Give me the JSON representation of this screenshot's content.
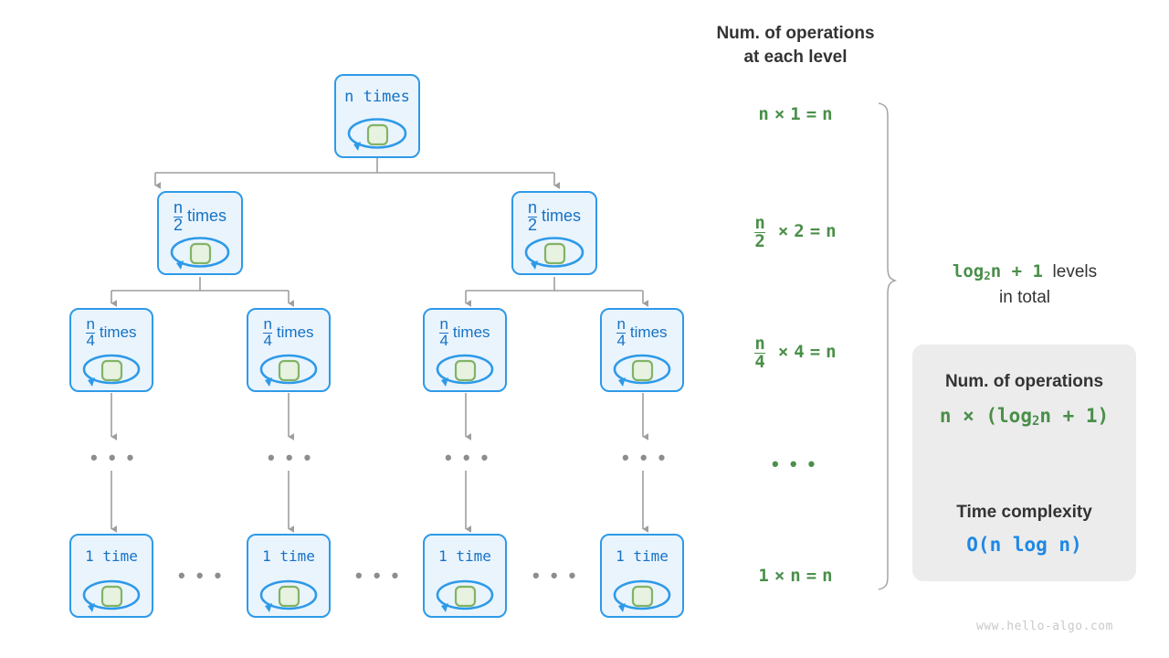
{
  "title_watermark": "www.hello-algo.com",
  "colors": {
    "node_fill": "#eaf4fd",
    "node_border": "#2e9ae8",
    "node_text": "#1572c4",
    "inner_square_fill": "#e8f2e0",
    "inner_square_border": "#82b366",
    "loop_arrow": "#2e9ae8",
    "connector": "#9e9e9e",
    "green_text": "#4a8f4a",
    "dark_text": "#333333",
    "blue_text": "#1e88e5",
    "summary_bg": "#ececec",
    "watermark": "#c9c9c9"
  },
  "tree": {
    "levels": [
      {
        "level": 1,
        "nodes": [
          {
            "label_kind": "plain",
            "text": "n times"
          }
        ]
      },
      {
        "level": 2,
        "nodes": [
          {
            "label_kind": "fraction",
            "numerator": "n",
            "denominator": "2",
            "text": "times"
          },
          {
            "label_kind": "fraction",
            "numerator": "n",
            "denominator": "2",
            "text": "times"
          }
        ]
      },
      {
        "level": 3,
        "nodes": [
          {
            "label_kind": "fraction",
            "numerator": "n",
            "denominator": "4",
            "text": "times"
          },
          {
            "label_kind": "fraction",
            "numerator": "n",
            "denominator": "4",
            "text": "times"
          },
          {
            "label_kind": "fraction",
            "numerator": "n",
            "denominator": "4",
            "text": "times"
          },
          {
            "label_kind": "fraction",
            "numerator": "n",
            "denominator": "4",
            "text": "times"
          }
        ]
      },
      {
        "level": 4,
        "nodes": [
          {
            "label_kind": "plain",
            "text": "1 time"
          },
          {
            "label_kind": "plain",
            "text": "1 time"
          },
          {
            "label_kind": "plain",
            "text": "1 time"
          },
          {
            "label_kind": "plain",
            "text": "1 time"
          }
        ]
      }
    ],
    "vertical_ellipsis": "• • •",
    "horizontal_ellipsis": "• • •"
  },
  "operations_column": {
    "title_line1": "Num. of operations",
    "title_line2": "at each level",
    "rows": [
      {
        "kind": "plain",
        "left": "n",
        "op": "×",
        "right": "1",
        "eq": "=",
        "result": "n"
      },
      {
        "kind": "fraction",
        "numerator": "n",
        "denominator": "2",
        "op": "×",
        "right": "2",
        "eq": "=",
        "result": "n"
      },
      {
        "kind": "fraction",
        "numerator": "n",
        "denominator": "4",
        "op": "×",
        "right": "4",
        "eq": "=",
        "result": "n"
      },
      {
        "kind": "ellipsis",
        "text": "• • •"
      },
      {
        "kind": "plain",
        "left": "1",
        "op": "×",
        "right": "n",
        "eq": "=",
        "result": "n"
      }
    ]
  },
  "levels_note": {
    "formula_pre": "log",
    "formula_sub": "2",
    "formula_post": "n + 1",
    "line1_suffix": "levels",
    "line2": "in total"
  },
  "summary_box": {
    "heading1": "Num. of operations",
    "formula_green_pre": "n × (log",
    "formula_green_sub": "2",
    "formula_green_post": "n + 1)",
    "heading2": "Time complexity",
    "complexity": "O(n log n)"
  }
}
